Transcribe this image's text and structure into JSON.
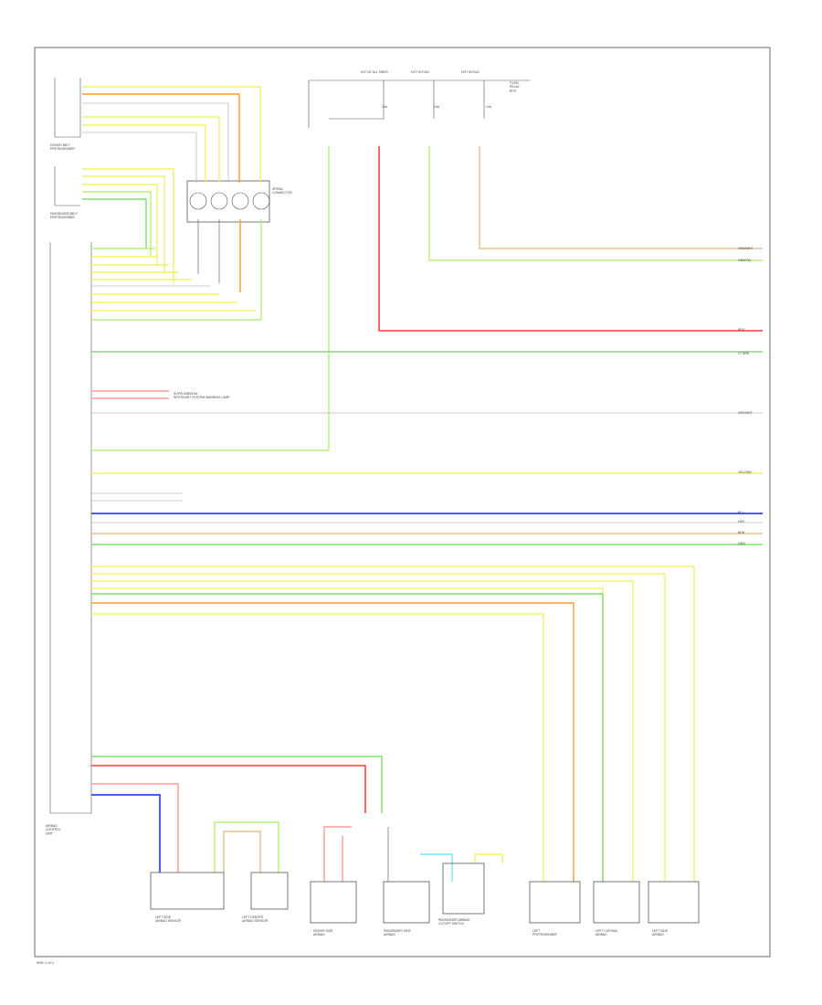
{
  "colors": {
    "red": "#ff3b3b",
    "orange": "#ff9a33",
    "yellow": "#f4f06a",
    "lime": "#b8f07a",
    "green": "#7ce06b",
    "tan": "#e3c28f",
    "blue": "#4a5cff",
    "pink": "#ff9a9a",
    "cyan": "#7fe3e8",
    "wire_gray": "#bbbbbb",
    "gray": "#888888",
    "frame": "#444444"
  },
  "labels": {
    "driver_belt": "DRIVER BELT\nPRETENSIONER",
    "passenger_belt": "PASSENGER BELT\nPRETENSIONER",
    "spiral_connector": "SPIRAL\nCONNECTOR",
    "hot_labels": [
      "HOT AT ALL TIMES",
      "HOT IN RUN",
      "HOT IN RUN"
    ],
    "fuse_labels": [
      "10A",
      "10A",
      "10A"
    ],
    "fuse_box": "FUSE/\nRELAY\nBOX",
    "airbag_module": "AIRBAG\nCONTROL\nUNIT",
    "warning_lamp": "SUPPLEMENTAL\nRESTRAINT SYSTEM WARNING LAMP",
    "right_text_1": "GRN/WHT",
    "right_text_2": "GRN/YEL",
    "right_text_3": "RED",
    "right_text_4": "LT GRN",
    "right_text_5": "GRY/WHT",
    "right_text_6": "YEL/GRN",
    "right_text_7": "BLU",
    "right_text_8": "GRY",
    "right_text_9": "BRN",
    "right_text_10": "GRN",
    "bottom_components": [
      "LEFT SIDE\nAIRBAG SENSOR",
      "LEFT CENTER\nAIRBAG SENSOR",
      "DRIVER SIDE\nAIRBAG",
      "PASSENGER SIDE\nAIRBAG",
      "PASSENGER AIRBAG\nCUTOFF SWITCH",
      "LEFT\nPRETENSIONER",
      "LEFT CURTAIN\nAIRBAG",
      "LEFT SIDE\nAIRBAG"
    ],
    "footer": "W/D 1 of 2"
  }
}
